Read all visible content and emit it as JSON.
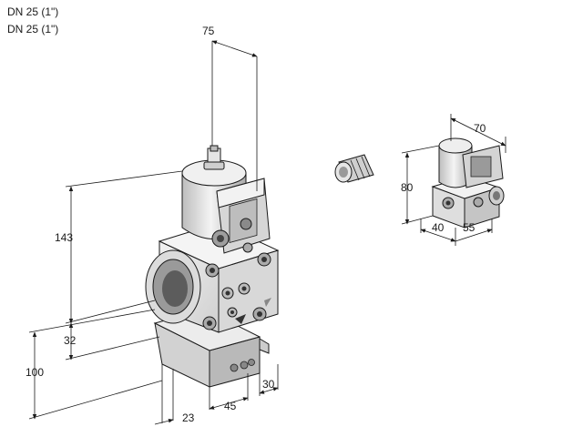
{
  "header": {
    "line1": "DN 25 (1\")",
    "line2": "DN 25 (1\")"
  },
  "dimensions": {
    "top_width": "75",
    "height_upper": "143",
    "height_flange": "32",
    "height_total": "100",
    "depth_front": "23",
    "width_base": "45",
    "depth_side": "30",
    "coil_width": "70",
    "coil_height": "80",
    "coil_base_left": "40",
    "coil_base_right": "55"
  },
  "colors": {
    "body_light": "#e9e9e9",
    "body_mid": "#cfcfcf",
    "body_dark": "#8a8a8a",
    "line": "#1a1a1a"
  }
}
